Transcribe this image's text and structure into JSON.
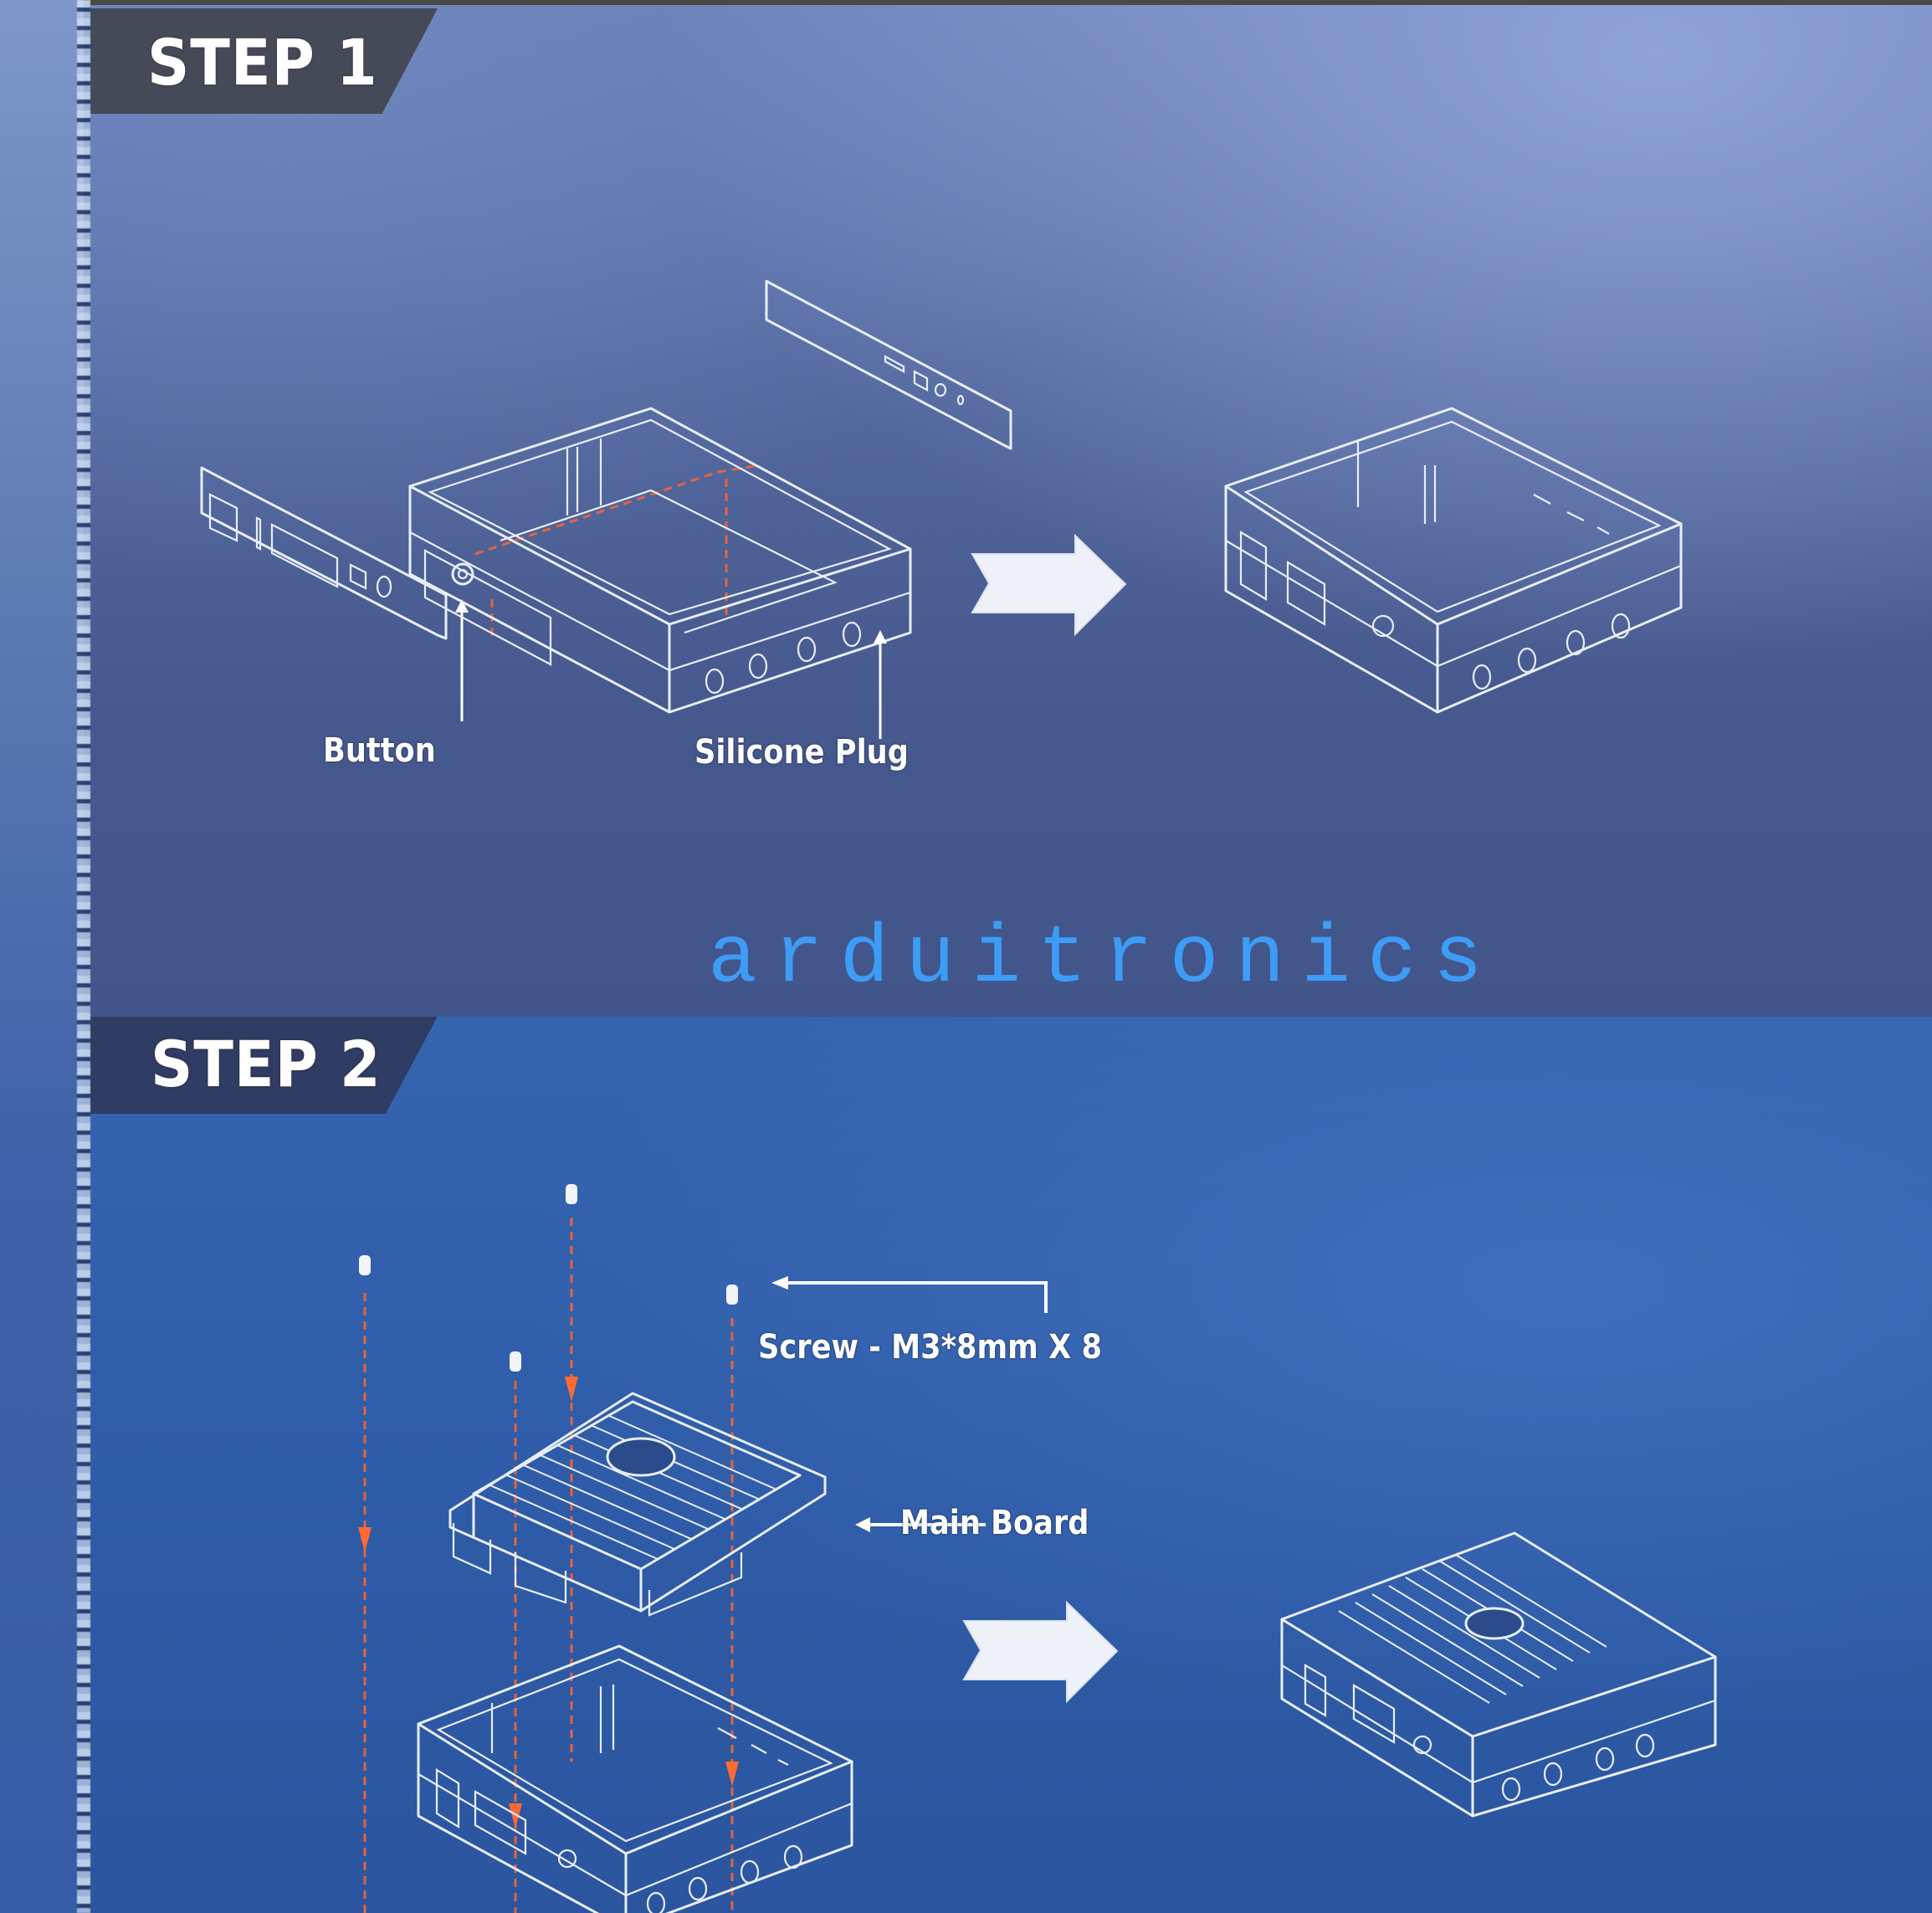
{
  "page": {
    "background_colors": {
      "step1_panel": "#53699f",
      "step2_panel": "#2f5ca8",
      "tab": "#454a58",
      "callout_text": "#ffffff",
      "guide_lines": "#e2643f",
      "watermark": "#3d9cf5"
    }
  },
  "watermark": {
    "text": "arduitronics"
  },
  "steps": [
    {
      "label": "STEP 1",
      "callouts": [
        {
          "text": "Button",
          "icon": "arrow-up-icon"
        },
        {
          "text": "Silicone Plug",
          "icon": "arrow-up-icon"
        }
      ],
      "illustrations": [
        "exploded-case-with-side-panels",
        "assembled-empty-case"
      ],
      "transition_icon": "arrow-right-icon"
    },
    {
      "label": "STEP 2",
      "callouts": [
        {
          "text": "Screw - M3*8mm  X 8",
          "icon": "arrow-left-icon"
        },
        {
          "text": "Main Board",
          "icon": "arrow-left-icon"
        }
      ],
      "illustrations": [
        "exploded-mainboard-over-case",
        "assembled-case-with-mainboard"
      ],
      "transition_icon": "arrow-right-icon"
    }
  ]
}
